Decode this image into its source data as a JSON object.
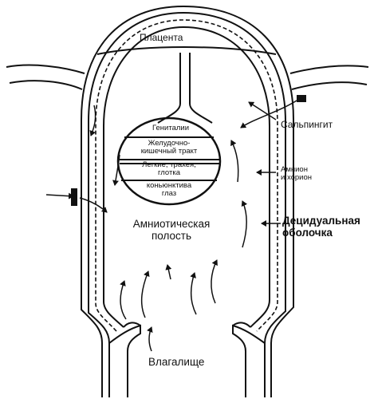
{
  "labels": {
    "placenta": "Плацента",
    "genitalia": "Гениталии",
    "gi_tract_line1": "Желудочно-",
    "gi_tract_line2": "кишечный тракт",
    "lungs_line1": "Легкие, трахея,",
    "lungs_line2": "глотка",
    "conjunctiva_line1": "коньюнктива",
    "conjunctiva_line2": "глаз",
    "amniotic_line1": "Амниотическая",
    "amniotic_line2": "полость",
    "salpingitis": "Сальпингит",
    "amnion_line1": "Амнион",
    "amnion_line2": "и хорион",
    "decidua_line1": "Децидуальная",
    "decidua_line2": "оболочка",
    "vagina": "Влагалище"
  },
  "colors": {
    "line": "#111111",
    "background": "#ffffff"
  }
}
